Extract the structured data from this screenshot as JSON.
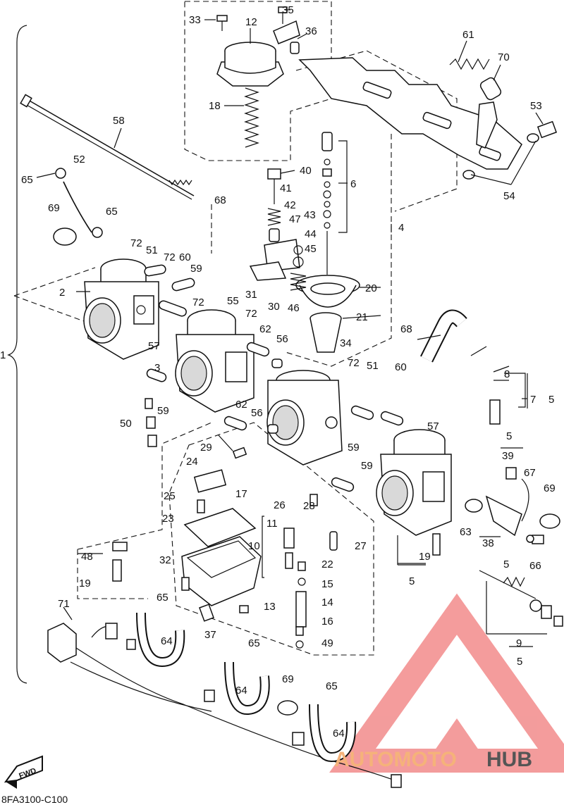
{
  "diagram": {
    "code": "8FA3100-C100",
    "fwd_label": "FWD",
    "watermark": {
      "prefix": "AUTOMOTO",
      "suffix": "HUB",
      "color_prefix": "#f5b27a",
      "color_suffix": "#555555",
      "triangle_color": "#f28b8b"
    },
    "callouts": [
      {
        "text": "33"
      },
      {
        "text": "12"
      },
      {
        "text": "35"
      },
      {
        "text": "36"
      },
      {
        "text": "61"
      },
      {
        "text": "70"
      },
      {
        "text": "18"
      },
      {
        "text": "58"
      },
      {
        "text": "53"
      },
      {
        "text": "52"
      },
      {
        "text": "65"
      },
      {
        "text": "40"
      },
      {
        "text": "6"
      },
      {
        "text": "54"
      },
      {
        "text": "41"
      },
      {
        "text": "69"
      },
      {
        "text": "65"
      },
      {
        "text": "68"
      },
      {
        "text": "42"
      },
      {
        "text": "47"
      },
      {
        "text": "43"
      },
      {
        "text": "4"
      },
      {
        "text": "72"
      },
      {
        "text": "51"
      },
      {
        "text": "72"
      },
      {
        "text": "60"
      },
      {
        "text": "44"
      },
      {
        "text": "45"
      },
      {
        "text": "59"
      },
      {
        "text": "2"
      },
      {
        "text": "20"
      },
      {
        "text": "31"
      },
      {
        "text": "30"
      },
      {
        "text": "46"
      },
      {
        "text": "72"
      },
      {
        "text": "55"
      },
      {
        "text": "72"
      },
      {
        "text": "21"
      },
      {
        "text": "62"
      },
      {
        "text": "57"
      },
      {
        "text": "56"
      },
      {
        "text": "68"
      },
      {
        "text": "1"
      },
      {
        "text": "34"
      },
      {
        "text": "3"
      },
      {
        "text": "72"
      },
      {
        "text": "51"
      },
      {
        "text": "60"
      },
      {
        "text": "8"
      },
      {
        "text": "59"
      },
      {
        "text": "7"
      },
      {
        "text": "5"
      },
      {
        "text": "62"
      },
      {
        "text": "50"
      },
      {
        "text": "56"
      },
      {
        "text": "57"
      },
      {
        "text": "5"
      },
      {
        "text": "29"
      },
      {
        "text": "59"
      },
      {
        "text": "39"
      },
      {
        "text": "24"
      },
      {
        "text": "59"
      },
      {
        "text": "67"
      },
      {
        "text": "17"
      },
      {
        "text": "69"
      },
      {
        "text": "25"
      },
      {
        "text": "26"
      },
      {
        "text": "28"
      },
      {
        "text": "23"
      },
      {
        "text": "11"
      },
      {
        "text": "63"
      },
      {
        "text": "10"
      },
      {
        "text": "38"
      },
      {
        "text": "27"
      },
      {
        "text": "48"
      },
      {
        "text": "5"
      },
      {
        "text": "19"
      },
      {
        "text": "32"
      },
      {
        "text": "22"
      },
      {
        "text": "66"
      },
      {
        "text": "19"
      },
      {
        "text": "15"
      },
      {
        "text": "5"
      },
      {
        "text": "71"
      },
      {
        "text": "65"
      },
      {
        "text": "14"
      },
      {
        "text": "13"
      },
      {
        "text": "37"
      },
      {
        "text": "16"
      },
      {
        "text": "64"
      },
      {
        "text": "9"
      },
      {
        "text": "65"
      },
      {
        "text": "49"
      },
      {
        "text": "5"
      },
      {
        "text": "69"
      },
      {
        "text": "64"
      },
      {
        "text": "65"
      },
      {
        "text": "64"
      }
    ]
  }
}
